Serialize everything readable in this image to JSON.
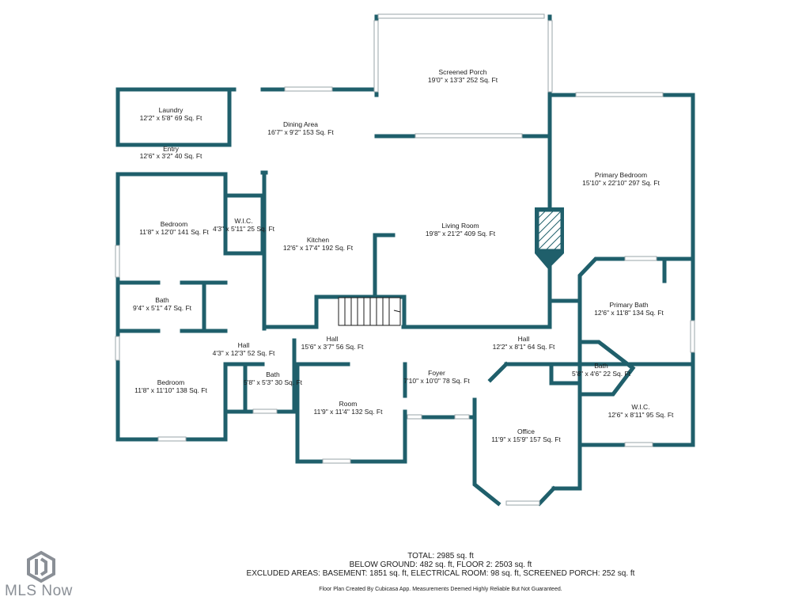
{
  "colors": {
    "wall": "#1f5f6b",
    "window": "#9aa5a8",
    "logo": "#8a8f96"
  },
  "rooms": [
    {
      "id": "screened-porch",
      "name": "Screened Porch",
      "dims": "19'0\" x 13'3\" 252 Sq. Ft"
    },
    {
      "id": "laundry",
      "name": "Laundry",
      "dims": "12'2\" x 5'8\" 69 Sq. Ft"
    },
    {
      "id": "dining",
      "name": "Dining Area",
      "dims": "16'7\" x 9'2\" 153 Sq. Ft"
    },
    {
      "id": "entry",
      "name": "Entry",
      "dims": "12'6\" x 3'2\" 40 Sq. Ft"
    },
    {
      "id": "primary-bedroom",
      "name": "Primary Bedroom",
      "dims": "15'10\" x 22'10\" 297 Sq. Ft"
    },
    {
      "id": "bedroom-1",
      "name": "Bedroom",
      "dims": "11'8\" x 12'0\" 141 Sq. Ft"
    },
    {
      "id": "wic-1",
      "name": "W.I.C.",
      "dims": "4'3\" x 5'11\" 25 Sq. Ft"
    },
    {
      "id": "kitchen",
      "name": "Kitchen",
      "dims": "12'6\" x 17'4\" 192 Sq. Ft"
    },
    {
      "id": "living",
      "name": "Living Room",
      "dims": "19'8\" x 21'2\" 409 Sq. Ft"
    },
    {
      "id": "bath-1",
      "name": "Bath",
      "dims": "9'4\" x 5'1\" 47 Sq. Ft"
    },
    {
      "id": "primary-bath",
      "name": "Primary Bath",
      "dims": "12'6\" x 11'8\" 134 Sq. Ft"
    },
    {
      "id": "hall-1",
      "name": "Hall",
      "dims": "15'6\" x 3'7\" 56 Sq. Ft"
    },
    {
      "id": "hall-2",
      "name": "Hall",
      "dims": "12'2\" x 8'1\" 64 Sq. Ft"
    },
    {
      "id": "hall-3",
      "name": "Hall",
      "dims": "4'3\" x 12'3\" 52 Sq. Ft"
    },
    {
      "id": "bath-2",
      "name": "Bath",
      "dims": "5'8\" x 5'3\" 30 Sq. Ft"
    },
    {
      "id": "foyer",
      "name": "Foyer",
      "dims": "7'10\" x 10'0\" 78 Sq. Ft"
    },
    {
      "id": "bath-3",
      "name": "Bath",
      "dims": "5'8\" x 4'6\" 22 Sq. Ft"
    },
    {
      "id": "bedroom-2",
      "name": "Bedroom",
      "dims": "11'8\" x 11'10\" 138 Sq. Ft"
    },
    {
      "id": "room",
      "name": "Room",
      "dims": "11'9\" x 11'4\" 132 Sq. Ft"
    },
    {
      "id": "wic-2",
      "name": "W.I.C.",
      "dims": "12'6\" x 8'11\" 95 Sq. Ft"
    },
    {
      "id": "office",
      "name": "Office",
      "dims": "11'9\" x 15'9\" 157 Sq. Ft"
    }
  ],
  "summary": {
    "total": "TOTAL: 2985 sq. ft",
    "levels": "BELOW GROUND: 482 sq. ft, FLOOR 2: 2503 sq. ft",
    "excluded": "EXCLUDED AREAS: BASEMENT: 1851 sq. ft, ELECTRICAL ROOM: 98 sq. ft, SCREENED PORCH: 252 sq. ft",
    "note": "Floor Plan Created By Cubicasa App. Measurements Deemed Highly Reliable But Not Guaranteed."
  },
  "logo": {
    "text": "MLS Now"
  }
}
